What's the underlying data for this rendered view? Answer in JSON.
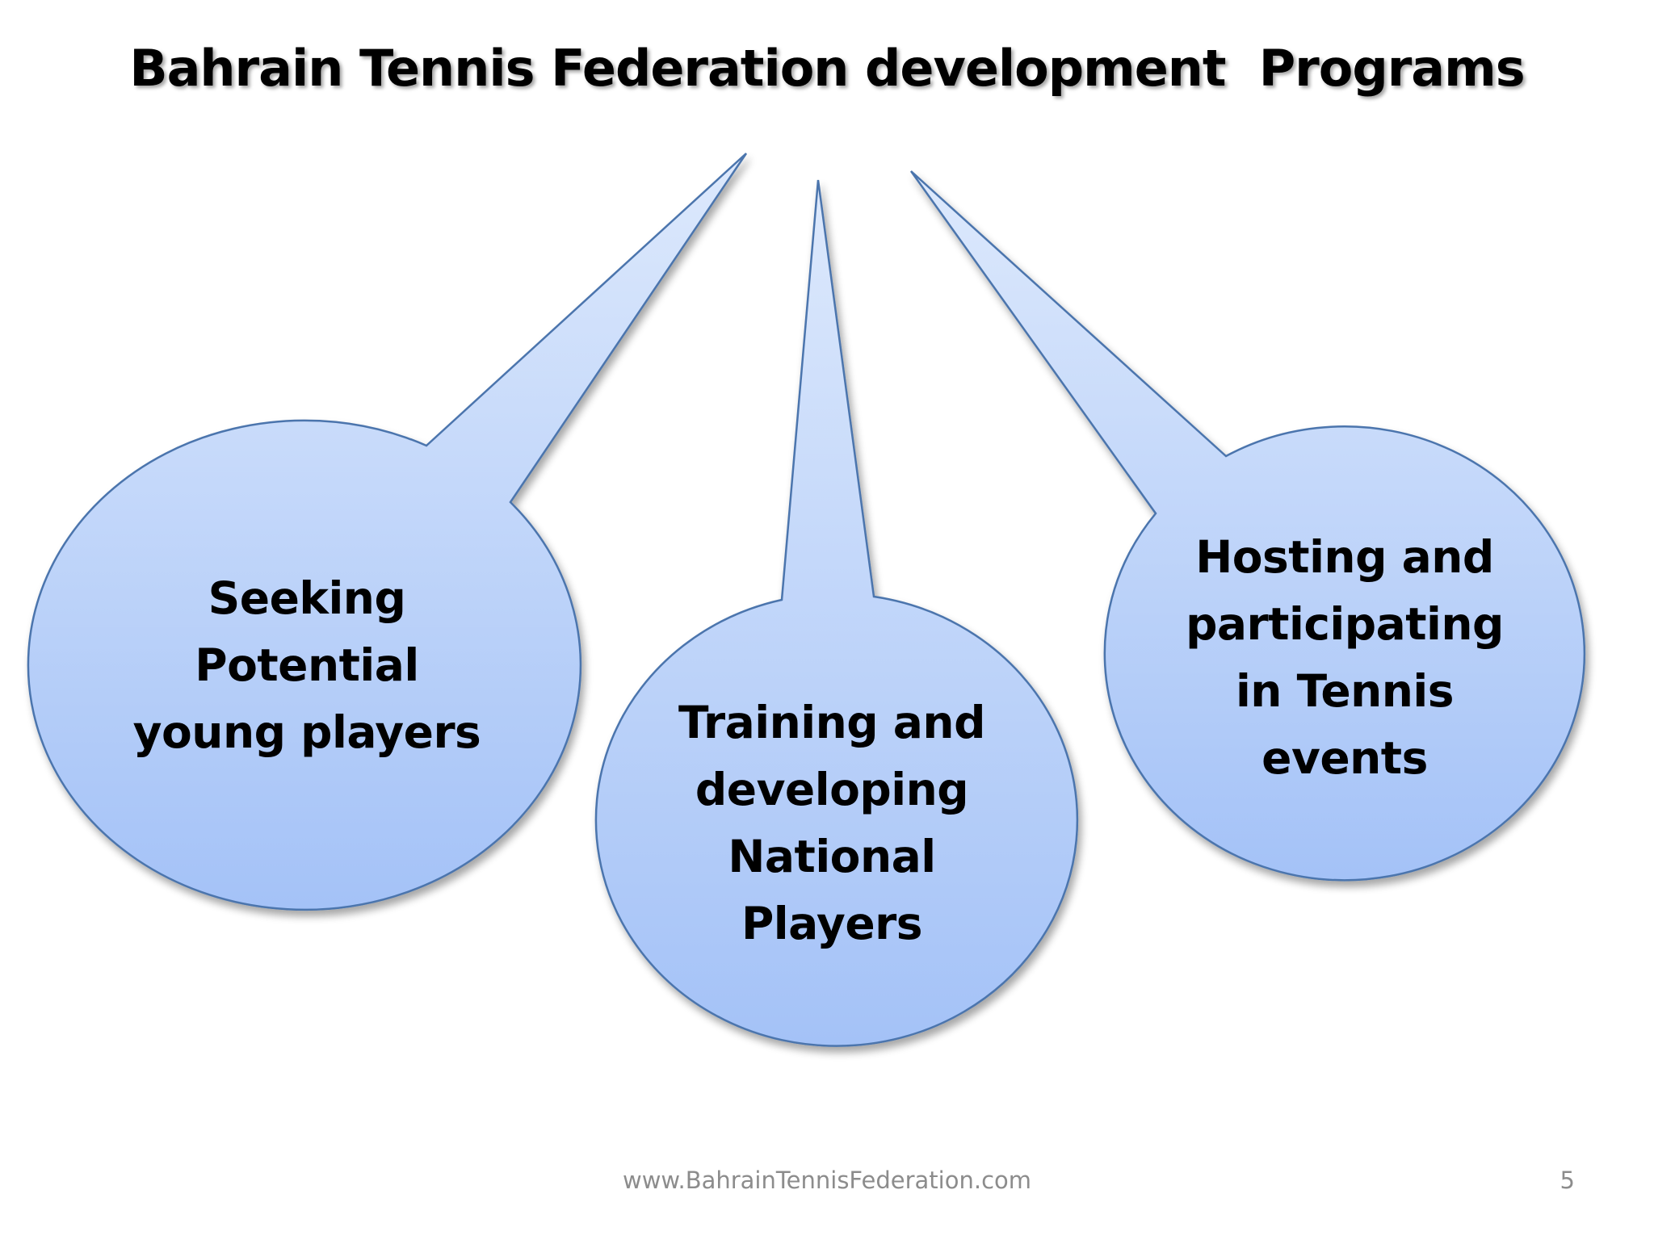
{
  "slide": {
    "title": "Bahrain Tennis Federation development  Programs",
    "footer_url": "www.BahrainTennisFederation.com",
    "page_number": "5"
  },
  "bubbles": [
    {
      "label": "Seeking\nPotential\nyoung players"
    },
    {
      "label": "Training and\ndeveloping\nNational\nPlayers"
    },
    {
      "label": "Hosting and\nparticipating\nin Tennis\nevents"
    }
  ],
  "colors": {
    "bubble_fill_top": "#dde9fc",
    "bubble_fill_bottom": "#a4c2f7",
    "bubble_stroke": "#4b74ad",
    "text": "#000000",
    "footer": "#8c8c8c"
  }
}
